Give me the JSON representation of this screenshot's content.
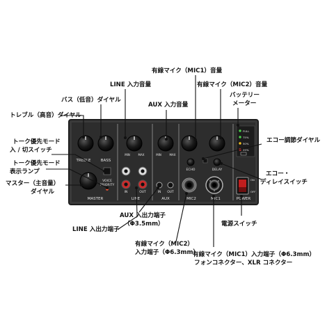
{
  "callouts": {
    "mic1_volume": "有線マイク（MIC1）音量",
    "line_volume": "LINE 入力音量",
    "mic2_volume": "有線マイク（MIC2）音量",
    "battery_meter_1": "バッテリー",
    "battery_meter_2": "メーター",
    "bass_dial": "バス（低音）ダイヤル",
    "aux_volume": "AUX 入力音量",
    "treble_dial": "トレブル（高音）ダイヤル",
    "echo_dial": "エコー調節ダイヤル",
    "talk_switch_1": "トーク優先モード",
    "talk_switch_2": "入 / 切スイッチ",
    "talk_lamp_1": "トーク優先モード",
    "talk_lamp_2": "表示ランプ",
    "delay_switch_1": "エコー・",
    "delay_switch_2": "ディレイスイッチ",
    "master_dial_1": "マスター（主音量）",
    "master_dial_2": "ダイヤル",
    "aux_jack_1": "AUX 入出力端子",
    "aux_jack_2": "（Φ3.5mm）",
    "line_jack": "LINE 入出力端子",
    "power_switch": "電源スイッチ",
    "mic2_jack_1": "有線マイク（MIC2）",
    "mic2_jack_2": "入力端子（Φ6.3mm）",
    "mic1_jack_1": "有線マイク（MIC1）入力端子（Φ6.3mm）",
    "mic1_jack_2": "フォンコネクター、XLR コネクター"
  },
  "panel": {
    "treble": "TREBLE",
    "bass": "BASS",
    "line": "LINE",
    "aux": "AUX",
    "mic2": "MIC2",
    "mic1": "MIC1",
    "master": "MASTER",
    "power": "POWER",
    "echo": "ECHO",
    "delay": "DELAY",
    "voice": "VOICE",
    "priority": "PRIORITY",
    "in": "IN",
    "out": "OUT",
    "min": "MIN",
    "max": "MAX",
    "full": "FULL",
    "pct75": "75%",
    "pct50": "50%",
    "pct25": "25%",
    "on": "ON",
    "off": "OFF"
  }
}
